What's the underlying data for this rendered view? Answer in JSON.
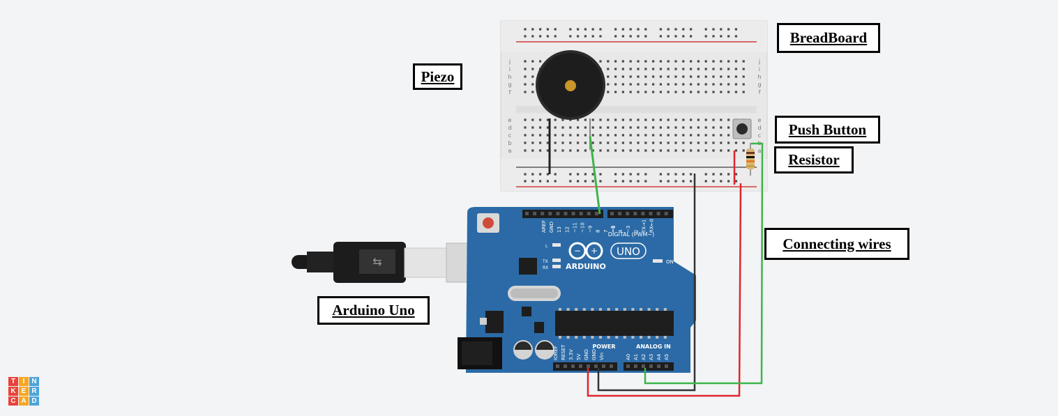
{
  "labels": {
    "breadboard": "BreadBoard",
    "piezo": "Piezo",
    "push_button": "Push Button",
    "resistor": "Resistor",
    "connecting_wires": "Connecting wires",
    "arduino_uno": "Arduino Uno"
  },
  "board": {
    "brand": "ARDUINO",
    "model": "UNO",
    "digital_header": "DIGITAL (PWM~)",
    "power_header": "POWER",
    "analog_header": "ANALOG IN",
    "on_led": "ON",
    "led_l": "L",
    "led_tx": "TX",
    "led_rx": "RX",
    "digital_pins": [
      "AREF",
      "GND",
      "13",
      "12",
      "~11",
      "~10",
      "~9",
      "8",
      "7",
      "~6",
      "~5",
      "4",
      "~3",
      "2",
      "TX→1",
      "RX←0"
    ],
    "power_pins": [
      "IOREF",
      "RESET",
      "3.3V",
      "5V",
      "GND",
      "GND",
      "Vin"
    ],
    "analog_pins": [
      "A0",
      "A1",
      "A2",
      "A3",
      "A4",
      "A5"
    ]
  },
  "breadboard": {
    "row_letters_top": [
      "j",
      "i",
      "h",
      "g",
      "f"
    ],
    "row_letters_bottom": [
      "e",
      "d",
      "c",
      "b",
      "a"
    ],
    "columns": 30
  },
  "logo": {
    "letters": [
      "T",
      "I",
      "N",
      "K",
      "E",
      "R",
      "C",
      "A",
      "D"
    ],
    "colors": [
      "#e8423b",
      "#f5a623",
      "#4da3d9",
      "#e8423b",
      "#f5a623",
      "#4da3d9",
      "#e8423b",
      "#f5a623",
      "#4da3d9"
    ]
  },
  "colors": {
    "board": "#2b6aa6",
    "wire_red": "#e0262c",
    "wire_green": "#3db54a",
    "wire_black": "#333333"
  }
}
